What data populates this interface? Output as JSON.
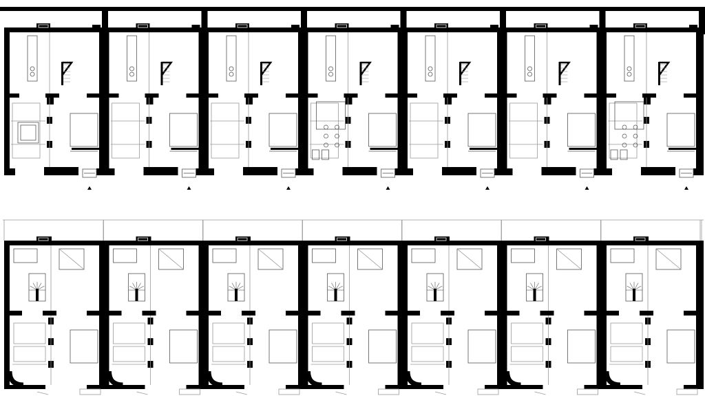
{
  "drawing": {
    "kind": "architectural-floor-plan",
    "rows": [
      {
        "name": "ground-floor",
        "unit_count": 7,
        "entrance_markers": 7,
        "variant": "kitchen-and-straight-stair"
      },
      {
        "name": "upper-floor",
        "unit_count": 7,
        "variant": "winder-stair-and-bedrooms"
      }
    ],
    "colors": {
      "wall": "#000000",
      "line": "#555555",
      "light_line": "#999999",
      "background": "#ffffff"
    },
    "icons": {
      "entrance": "triangle-up-icon"
    }
  }
}
